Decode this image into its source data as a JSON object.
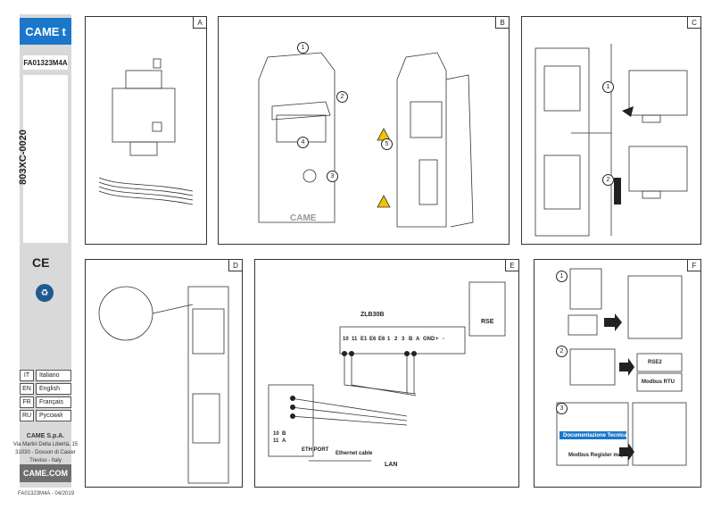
{
  "sidebar": {
    "brand": "CAME",
    "brand_mark": "t",
    "document_code": "FA01323M4A",
    "model": "803XC-0020",
    "ce_mark": "CE",
    "languages": [
      {
        "code": "IT",
        "name": "Italiano"
      },
      {
        "code": "EN",
        "name": "English"
      },
      {
        "code": "FR",
        "name": "Français"
      },
      {
        "code": "RU",
        "name": "Русский"
      }
    ],
    "company_name": "CAME S.p.A.",
    "address_line1": "Via Martiri Della Libertà, 15",
    "address_line2": "31030 - Dosson di Casier",
    "address_line3": "Treviso - Italy",
    "website": "CAME.COM"
  },
  "footer": "FA01323M4A - 04/2019",
  "panels": {
    "A": {
      "tag": "A"
    },
    "B": {
      "tag": "B",
      "steps": [
        "1",
        "2",
        "3",
        "4",
        "5"
      ],
      "logo": "CAME"
    },
    "C": {
      "tag": "C",
      "steps": [
        "1",
        "2"
      ]
    },
    "D": {
      "tag": "D"
    },
    "E": {
      "tag": "E",
      "module_label": "ZLB30B",
      "board_label": "RSE",
      "terminals": [
        "10",
        "11",
        "E1",
        "E6",
        "E6",
        "1",
        "2",
        "3",
        "B",
        "A",
        "GND",
        "+",
        "-"
      ],
      "eth_port": "ETH PORT",
      "cable": "Ethernet cable",
      "lan": "LAN",
      "wire_labels": [
        "10",
        "11",
        "B",
        "A"
      ]
    },
    "F": {
      "tag": "F",
      "steps": [
        "1",
        "2",
        "3"
      ],
      "rse2": "RSE2",
      "modbus": "Modbus RTU",
      "banner": "Documentazione Tecnica",
      "search": "Modbus Register map"
    }
  },
  "colors": {
    "brand_blue": "#1a77c9",
    "sidebar_gray": "#d9d9d9",
    "web_gray": "#6e6e6e"
  }
}
